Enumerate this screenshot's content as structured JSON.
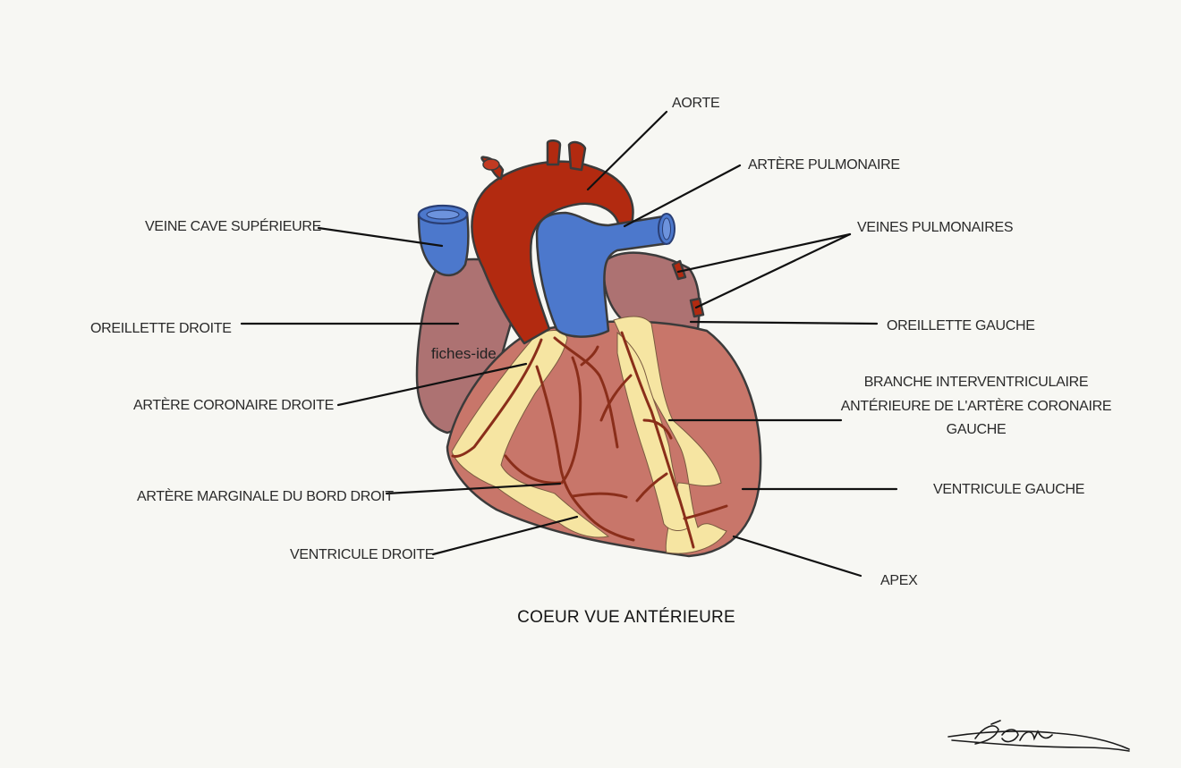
{
  "title": "COEUR VUE ANTÉRIEURE",
  "watermark": "fiches-ide",
  "signature": "Léana",
  "labels": {
    "aorte": "AORTE",
    "artere_pulmonaire": "ARTÈRE PULMONAIRE",
    "veines_pulmonaires": "VEINES PULMONAIRES",
    "veine_cave_superieure": "VEINE CAVE SUPÉRIEURE",
    "oreillette_droite": "OREILLETTE DROITE",
    "oreillette_gauche": "OREILLETTE GAUCHE",
    "artere_coronaire_droite": "ARTÈRE CORONAIRE DROITE",
    "branche_interventriculaire": [
      "BRANCHE INTERVENTRICULAIRE",
      "ANTÉRIEURE DE L'ARTÈRE CORONAIRE",
      "GAUCHE"
    ],
    "artere_marginale": "ARTÈRE MARGINALE DU BORD DROIT",
    "ventricule_gauche": "VENTRICULE GAUCHE",
    "ventricule_droite": "VENTRICULE DROITE",
    "apex": "APEX"
  },
  "colors": {
    "aorta": "#b22a10",
    "vein_blue": "#4c78cc",
    "atrium": "#ad7272",
    "ventricle": "#c8766a",
    "fat": "#f6e5a2",
    "vessel": "#a8381e",
    "background": "#f7f7f3"
  }
}
